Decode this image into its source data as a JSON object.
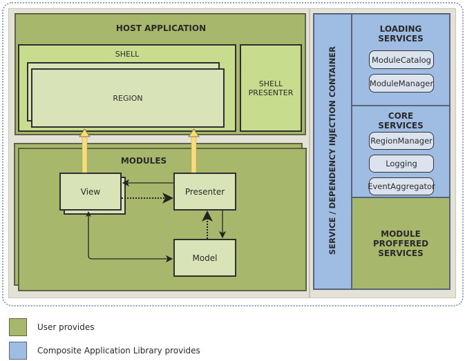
{
  "host_application": {
    "title": "HOST APPLICATION"
  },
  "shell": {
    "title": "SHELL",
    "region": "REGION",
    "presenter_line1": "SHELL",
    "presenter_line2": "PRESENTER"
  },
  "modules": {
    "title": "MODULES",
    "view": "View",
    "presenter": "Presenter",
    "model": "Model"
  },
  "container": {
    "title": "SERVICE / DEPENDENCY INJECTION CONTAINER"
  },
  "loading_services": {
    "title_line1": "LOADING",
    "title_line2": "SERVICES",
    "items": [
      "ModuleCatalog",
      "ModuleManager"
    ]
  },
  "core_services": {
    "title_line1": "CORE",
    "title_line2": "SERVICES",
    "items": [
      "RegionManager",
      "Logging",
      "EventAggregator"
    ]
  },
  "module_proffered": {
    "title_line1": "MODULE PROFFERED",
    "title_line2": "SERVICES"
  },
  "legend": {
    "items": [
      {
        "label": "User provides",
        "color": "#a7b76c"
      },
      {
        "label": "Composite Application Library provides",
        "color": "#9fbce3"
      }
    ]
  },
  "colors": {
    "user": "#a7b76c",
    "library": "#9fbce3",
    "shell": "#c7dc8c",
    "arrow_up": "#f8db7c"
  }
}
